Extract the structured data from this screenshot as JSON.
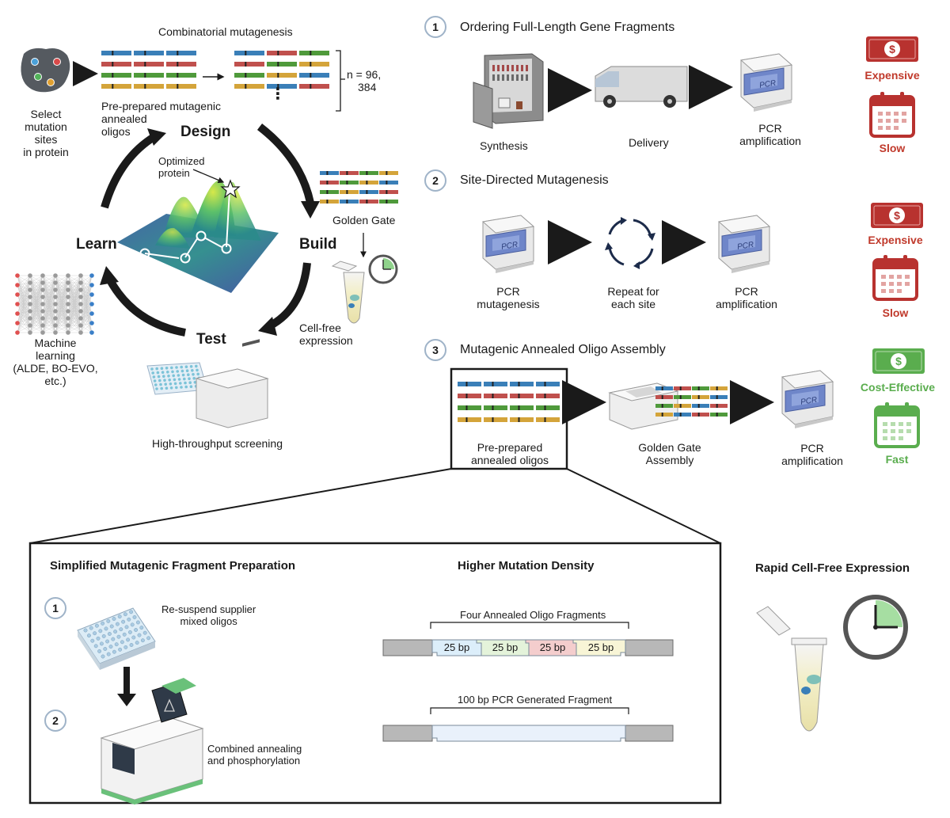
{
  "dbtl": {
    "combinatorial": "Combinatorial mutagenesis",
    "select_sites": [
      "Select",
      "mutation",
      "sites",
      "in protein"
    ],
    "preprepared": [
      "Pre-prepared mutagenic",
      "annealed",
      "oligos"
    ],
    "n_label": [
      "n = 96,",
      "384"
    ],
    "design": "Design",
    "build": "Build",
    "test": "Test",
    "learn": "Learn",
    "optimized": [
      "Optimized",
      "protein"
    ],
    "golden_gate": "Golden Gate",
    "cell_free": [
      "Cell-free",
      "expression"
    ],
    "hts": "High-throughput screening",
    "ml": [
      "Machine",
      "learning",
      "(ALDE, BO-EVO,",
      "etc.)"
    ]
  },
  "methods": [
    {
      "number": "1",
      "title": "Ordering Full-Length Gene Fragments",
      "steps": [
        [
          "Synthesis"
        ],
        [
          "Delivery"
        ],
        [
          "PCR",
          "amplification"
        ]
      ],
      "cost": "Expensive",
      "speed": "Slow"
    },
    {
      "number": "2",
      "title": "Site-Directed Mutagenesis",
      "steps": [
        [
          "PCR",
          "mutagenesis"
        ],
        [
          "Repeat for",
          "each site"
        ],
        [
          "PCR",
          "amplification"
        ]
      ],
      "cost": "Expensive",
      "speed": "Slow"
    },
    {
      "number": "3",
      "title": "Mutagenic Annealed Oligo Assembly",
      "steps": [
        [
          "Pre-prepared",
          "annealed oligos"
        ],
        [
          "Golden Gate",
          "Assembly"
        ],
        [
          "PCR",
          "amplification"
        ]
      ],
      "cost": "Cost-Effective",
      "speed": "Fast"
    }
  ],
  "pcr_screen_text": "PCR",
  "bottom": {
    "prep_header": "Simplified Mutagenic Fragment Preparation",
    "step1_num": "1",
    "step1": [
      "Re-suspend supplier",
      "mixed oligos"
    ],
    "step2_num": "2",
    "step2": [
      "Combined annealing",
      "and phosphorylation"
    ],
    "density_header": "Higher Mutation Density",
    "four_frag": "Four Annealed Oligo Fragments",
    "bp_labels": [
      "25 bp",
      "25 bp",
      "25 bp",
      "25 bp"
    ],
    "pcr_frag": "100 bp PCR Generated Fragment",
    "rapid_header": "Rapid Cell-Free Expression"
  },
  "colors": {
    "red": "#c0392b",
    "green": "#5aad4e",
    "oligo_blue": "#3a7fb8",
    "oligo_red": "#c0504d",
    "oligo_green": "#4f9a3b",
    "oligo_yellow": "#d4a43a"
  }
}
